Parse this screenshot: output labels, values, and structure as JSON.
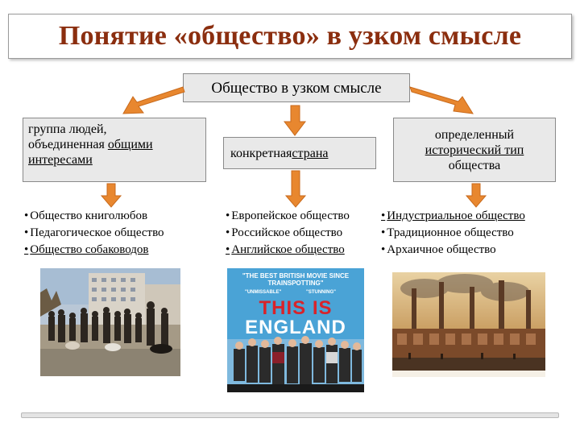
{
  "title": "Понятие «общество» в узком смысле",
  "center_box": "Общество в узком смысле",
  "left_box": {
    "line1": "группа людей,",
    "line2a": "объединенная ",
    "line2b": "общими",
    "line3": "интересами"
  },
  "mid_box": {
    "a": "конкретная ",
    "b": "страна"
  },
  "right_box": {
    "line1": "определенный",
    "line2": "исторический тип",
    "line3": "общества"
  },
  "left_list": [
    "Общество книголюбов",
    "Педагогическое общество",
    "Общество собаководов"
  ],
  "mid_list": [
    "Европейское общество",
    "Российское общество",
    "Английское общество"
  ],
  "right_list": [
    "Индустриальное общество",
    "Традиционное общество",
    "Архаичное общество"
  ],
  "poster": {
    "headline": "\"THE BEST BRITISH MOVIE SINCE TRAINSPOTTING\"",
    "quote_left": "\"UNMISSABLE\"",
    "quote_right": "\"STUNNING\"",
    "title_line1": "THIS IS",
    "title_line2": "ENGLAND"
  },
  "colors": {
    "title": "#8b2e0f",
    "arrow": "#e8872f",
    "box_bg": "#e9e9e9"
  }
}
